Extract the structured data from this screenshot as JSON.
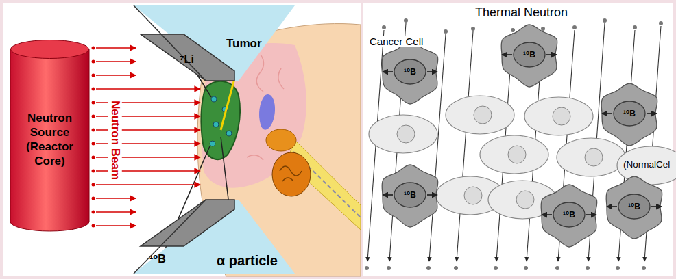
{
  "diagram": {
    "nodes": [
      {
        "text": [
          "Neutron Source (Reactor Core)"
        ]
      },
      {
        "text": [
          "¹⁰B"
        ]
      },
      {
        "text": [
          "¹⁰B"
        ]
      },
      {
        "text": [
          "¹⁰B"
        ]
      },
      {
        "text": [
          "¹⁰B"
        ]
      },
      {
        "text": [
          "¹⁰B"
        ]
      },
      {
        "text": [
          "¹⁰B"
        ]
      }
    ],
    "labels": [
      "⁷Li",
      "Tumor",
      "Neutron Beam",
      "¹⁰B",
      "α particle",
      "Thermal Neutron",
      "Cancer Cell",
      "(NormalCel"
    ]
  }
}
